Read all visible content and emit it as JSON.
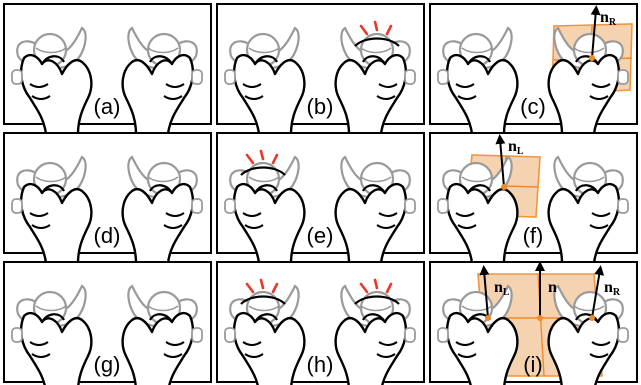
{
  "panels": [
    {
      "id": "a",
      "label": "(a)",
      "row": 0,
      "col": 0,
      "vr": "ctl_r",
      "vl": "ctl_l",
      "mark": null,
      "plane": null
    },
    {
      "id": "b",
      "label": "(b)",
      "row": 0,
      "col": 1,
      "vr": "ctl_r",
      "vl": "ctl_l",
      "mark": "right",
      "plane": null
    },
    {
      "id": "c",
      "label": "(c)",
      "row": 0,
      "col": 2,
      "vr": "ctl_r",
      "vl": "ctl_l",
      "mark": null,
      "plane": "right"
    },
    {
      "id": "d",
      "label": "(d)",
      "row": 1,
      "col": 0,
      "vr": "ctl_r",
      "vl": "ctl_l",
      "mark": null,
      "plane": null
    },
    {
      "id": "e",
      "label": "(e)",
      "row": 1,
      "col": 1,
      "vr": "ctl_r",
      "vl": "ctl_l",
      "mark": "left",
      "plane": null
    },
    {
      "id": "f",
      "label": "(f)",
      "row": 1,
      "col": 2,
      "vr": "ctl_r",
      "vl": "ctl_l",
      "mark": null,
      "plane": "left"
    },
    {
      "id": "g",
      "label": "(g)",
      "row": 2,
      "col": 0,
      "vr": "ctl_r",
      "vl": "ctl_l",
      "mark": null,
      "plane": null
    },
    {
      "id": "h",
      "label": "(h)",
      "row": 2,
      "col": 1,
      "vr": "ctl_r",
      "vl": "ctl_l",
      "mark": "both",
      "plane": null
    },
    {
      "id": "i",
      "label": "(i)",
      "row": 2,
      "col": 2,
      "vr": "ctl_r",
      "vl": "ctl_l",
      "mark": null,
      "plane": "both"
    }
  ],
  "vectors": {
    "n": {
      "main": "n",
      "sub": ""
    },
    "n_L": {
      "main": "n",
      "sub": "L"
    },
    "n_R": {
      "main": "n",
      "sub": "R"
    }
  },
  "colors": {
    "frame": "#000000",
    "outline": "#000000",
    "controller": "#9a9a9a",
    "controller_fill": "#ffffff",
    "accent_red": "#e8392b",
    "plane_fill": "#f6cfa8",
    "plane_stroke": "#f08a2a"
  },
  "icons": [
    "hand-holding-controller-icon",
    "tap-indicator-icon",
    "plane-normal-arrow-icon"
  ]
}
